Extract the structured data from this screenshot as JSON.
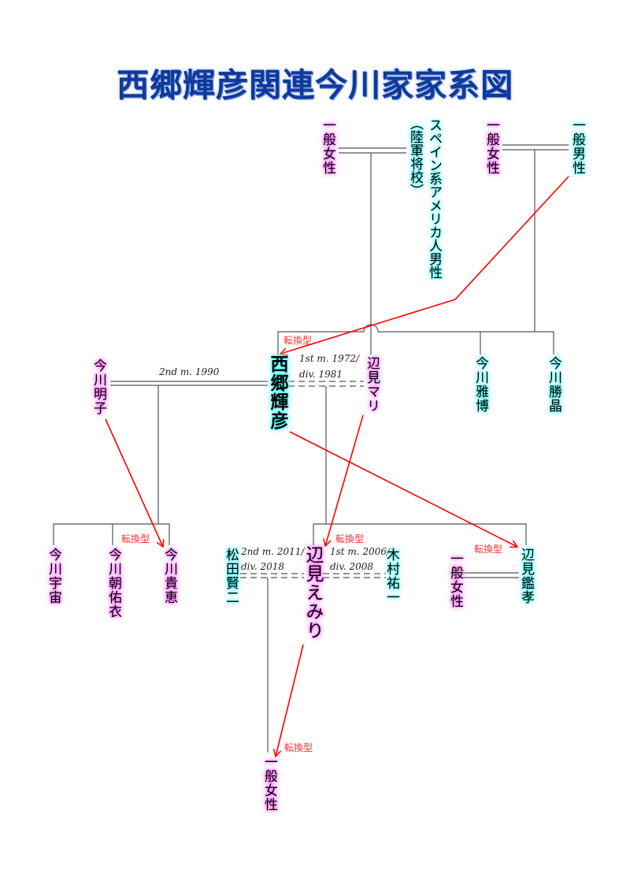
{
  "title": "西郷輝彦関連今川家家系図",
  "colors": {
    "female_glow": "#ff66ff",
    "male_glow": "#55ffff",
    "arrow": "#ff0000",
    "title": "#0d3a9c"
  },
  "people": {
    "top_woman_1": {
      "name": "一般女性",
      "sex": "female"
    },
    "spanish_man": {
      "name": "スペイン系アメリカ人男性",
      "note": "（陸軍将校）",
      "sex": "male"
    },
    "top_woman_2": {
      "name": "一般女性",
      "sex": "female"
    },
    "top_man": {
      "name": "一般男性",
      "sex": "male"
    },
    "saigo": {
      "name": "西郷輝彦",
      "sex": "male"
    },
    "henmi_mari": {
      "name": "辺見マリ",
      "sex": "female"
    },
    "imagawa_akiko": {
      "name": "今川明子",
      "sex": "female"
    },
    "imagawa_masahiro": {
      "name": "今川雅博",
      "sex": "male"
    },
    "imagawa_katsuaki": {
      "name": "今川勝晶",
      "sex": "male"
    },
    "imagawa_sora": {
      "name": "今川宇宙",
      "sex": "female"
    },
    "imagawa_asayui": {
      "name": "今川朝佑衣",
      "sex": "female"
    },
    "imagawa_takae": {
      "name": "今川貴恵",
      "sex": "female"
    },
    "matsuda": {
      "name": "松田賢二",
      "sex": "male"
    },
    "henmi_emiri": {
      "name": "辺見えみり",
      "sex": "female"
    },
    "kimura": {
      "name": "木村祐一",
      "sex": "male"
    },
    "kantaka_wife": {
      "name": "一般女性",
      "sex": "female"
    },
    "henmi_kantaka": {
      "name": "辺見鑑孝",
      "sex": "male"
    },
    "emiri_child": {
      "name": "一般女性",
      "sex": "female"
    }
  },
  "marriages": {
    "saigo_akiko": {
      "line1": "2nd m. 1990"
    },
    "saigo_mari": {
      "line1": "1st m. 1972/",
      "line2": "div. 1981"
    },
    "emiri_matsuda": {
      "line1": "2nd m. 2011/",
      "line2": "div. 2018"
    },
    "emiri_kimura": {
      "line1": "1st m. 2006/",
      "line2": "div. 2008"
    }
  },
  "transition_label": "転換型"
}
